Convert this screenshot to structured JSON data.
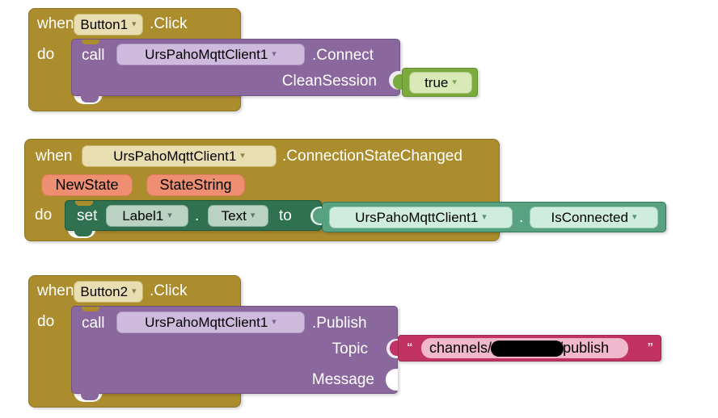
{
  "ui": {
    "dropdown_arrow": "▾"
  },
  "colors": {
    "event_block": "#AC8D2E",
    "method_block": "#8A679C",
    "logic_block": "#7BAA3E",
    "setter_block": "#2F7150",
    "getter_block": "#58A181",
    "text_block": "#C23363",
    "param_pill": "#EE8F72"
  },
  "blocks": {
    "g1": {
      "when": "when",
      "component": "Button1",
      "event": ".Click",
      "do_label": "do",
      "call_label": "call",
      "call_component": "UrsPahoMqttClient1",
      "method": ".Connect",
      "arg_label": "CleanSession",
      "arg_value": "true"
    },
    "g2": {
      "when": "when",
      "component": "UrsPahoMqttClient1",
      "event": ".ConnectionStateChanged",
      "param1": "NewState",
      "param2": "StateString",
      "do_label": "do",
      "set_label": "set",
      "target": "Label1",
      "dot": ".",
      "property": "Text",
      "to_label": "to",
      "getter": {
        "component": "UrsPahoMqttClient1",
        "dot": ".",
        "property": "IsConnected"
      }
    },
    "g3": {
      "when": "when",
      "component": "Button2",
      "event": ".Click",
      "do_label": "do",
      "call_label": "call",
      "call_component": "UrsPahoMqttClient1",
      "method": ".Publish",
      "arg1_label": "Topic",
      "arg2_label": "Message",
      "topic": {
        "quote_open": "“",
        "prefix": "channels/",
        "suffix": "/publish",
        "redacted": true,
        "quote_close": "”"
      }
    }
  }
}
